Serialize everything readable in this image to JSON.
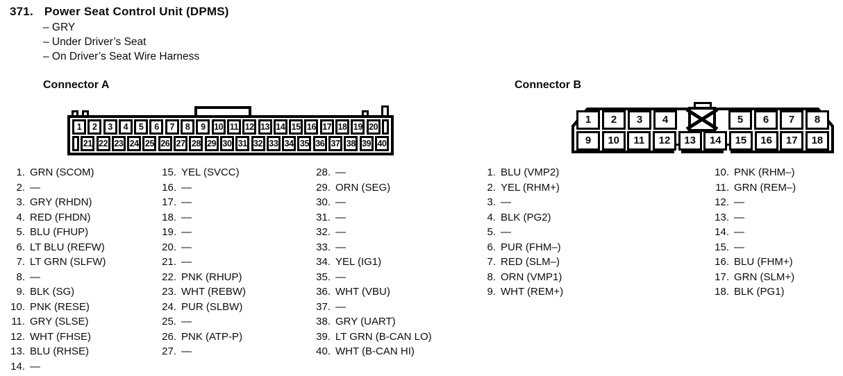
{
  "colors": {
    "text": "#0c0c0c",
    "background": "#ffffff",
    "line": "#000000"
  },
  "header": {
    "item_number": "371.",
    "title": "Power Seat Control Unit (DPMS)",
    "details": [
      "– GRY",
      "– Under Driver’s Seat",
      "– On Driver’s Seat Wire Harness"
    ]
  },
  "connector_a": {
    "heading": "Connector A",
    "diagram": {
      "top_row": [
        "1",
        "2",
        "3",
        "4",
        "5",
        "6",
        "7",
        "8",
        "9",
        "10",
        "11",
        "12",
        "13",
        "14",
        "15",
        "16",
        "17",
        "18",
        "19",
        "20"
      ],
      "bottom_row": [
        "21",
        "22",
        "23",
        "24",
        "25",
        "26",
        "27",
        "28",
        "29",
        "30",
        "31",
        "32",
        "33",
        "34",
        "35",
        "36",
        "37",
        "38",
        "39",
        "40"
      ]
    },
    "pins_col1": [
      {
        "num": "1.",
        "label": "GRN (SCOM)"
      },
      {
        "num": "2.",
        "label": "—"
      },
      {
        "num": "3.",
        "label": "GRY (RHDN)"
      },
      {
        "num": "4.",
        "label": "RED (FHDN)"
      },
      {
        "num": "5.",
        "label": "BLU (FHUP)"
      },
      {
        "num": "6.",
        "label": "LT BLU (REFW)"
      },
      {
        "num": "7.",
        "label": "LT GRN (SLFW)"
      },
      {
        "num": "8.",
        "label": "—"
      },
      {
        "num": "9.",
        "label": "BLK (SG)"
      },
      {
        "num": "10.",
        "label": "PNK (RESE)"
      },
      {
        "num": "11.",
        "label": "GRY (SLSE)"
      },
      {
        "num": "12.",
        "label": "WHT (FHSE)"
      },
      {
        "num": "13.",
        "label": "BLU (RHSE)"
      },
      {
        "num": "14.",
        "label": "—"
      }
    ],
    "pins_col2": [
      {
        "num": "15.",
        "label": "YEL (SVCC)"
      },
      {
        "num": "16.",
        "label": "—"
      },
      {
        "num": "17.",
        "label": "—"
      },
      {
        "num": "18.",
        "label": "—"
      },
      {
        "num": "19.",
        "label": "—"
      },
      {
        "num": "20.",
        "label": "—"
      },
      {
        "num": "21.",
        "label": "—"
      },
      {
        "num": "22.",
        "label": "PNK (RHUP)"
      },
      {
        "num": "23.",
        "label": "WHT (REBW)"
      },
      {
        "num": "24.",
        "label": "PUR (SLBW)"
      },
      {
        "num": "25.",
        "label": "—"
      },
      {
        "num": "26.",
        "label": "PNK (ATP-P)"
      },
      {
        "num": "27.",
        "label": "—"
      }
    ],
    "pins_col3": [
      {
        "num": "28.",
        "label": "—"
      },
      {
        "num": "29.",
        "label": "ORN (SEG)"
      },
      {
        "num": "30.",
        "label": "—"
      },
      {
        "num": "31.",
        "label": "—"
      },
      {
        "num": "32.",
        "label": "—"
      },
      {
        "num": "33.",
        "label": "—"
      },
      {
        "num": "34.",
        "label": "YEL (IG1)"
      },
      {
        "num": "35.",
        "label": "—"
      },
      {
        "num": "36.",
        "label": "WHT (VBU)"
      },
      {
        "num": "37.",
        "label": "—"
      },
      {
        "num": "38.",
        "label": "GRY (UART)"
      },
      {
        "num": "39.",
        "label": "LT GRN (B-CAN LO)"
      },
      {
        "num": "40.",
        "label": "WHT (B-CAN HI)"
      }
    ]
  },
  "connector_b": {
    "heading": "Connector B",
    "diagram": {
      "top_row_left": [
        "1",
        "2",
        "3",
        "4"
      ],
      "top_row_right": [
        "5",
        "6",
        "7",
        "8"
      ],
      "bottom_row": [
        "9",
        "10",
        "11",
        "12",
        "13",
        "14",
        "15",
        "16",
        "17",
        "18"
      ]
    },
    "pins_col1": [
      {
        "num": "1.",
        "label": "BLU (VMP2)"
      },
      {
        "num": "2.",
        "label": "YEL (RHM+)"
      },
      {
        "num": "3.",
        "label": "—"
      },
      {
        "num": "4.",
        "label": "BLK (PG2)"
      },
      {
        "num": "5.",
        "label": "—"
      },
      {
        "num": "6.",
        "label": "PUR (FHM–)"
      },
      {
        "num": "7.",
        "label": "RED (SLM–)"
      },
      {
        "num": "8.",
        "label": "ORN (VMP1)"
      },
      {
        "num": "9.",
        "label": "WHT (REM+)"
      }
    ],
    "pins_col2": [
      {
        "num": "10.",
        "label": "PNK (RHM–)"
      },
      {
        "num": "11.",
        "label": "GRN (REM–)"
      },
      {
        "num": "12.",
        "label": "—"
      },
      {
        "num": "13.",
        "label": "—"
      },
      {
        "num": "14.",
        "label": "—"
      },
      {
        "num": "15.",
        "label": "—"
      },
      {
        "num": "16.",
        "label": "BLU (FHM+)"
      },
      {
        "num": "17.",
        "label": "GRN (SLM+)"
      },
      {
        "num": "18.",
        "label": "BLK (PG1)"
      }
    ]
  }
}
